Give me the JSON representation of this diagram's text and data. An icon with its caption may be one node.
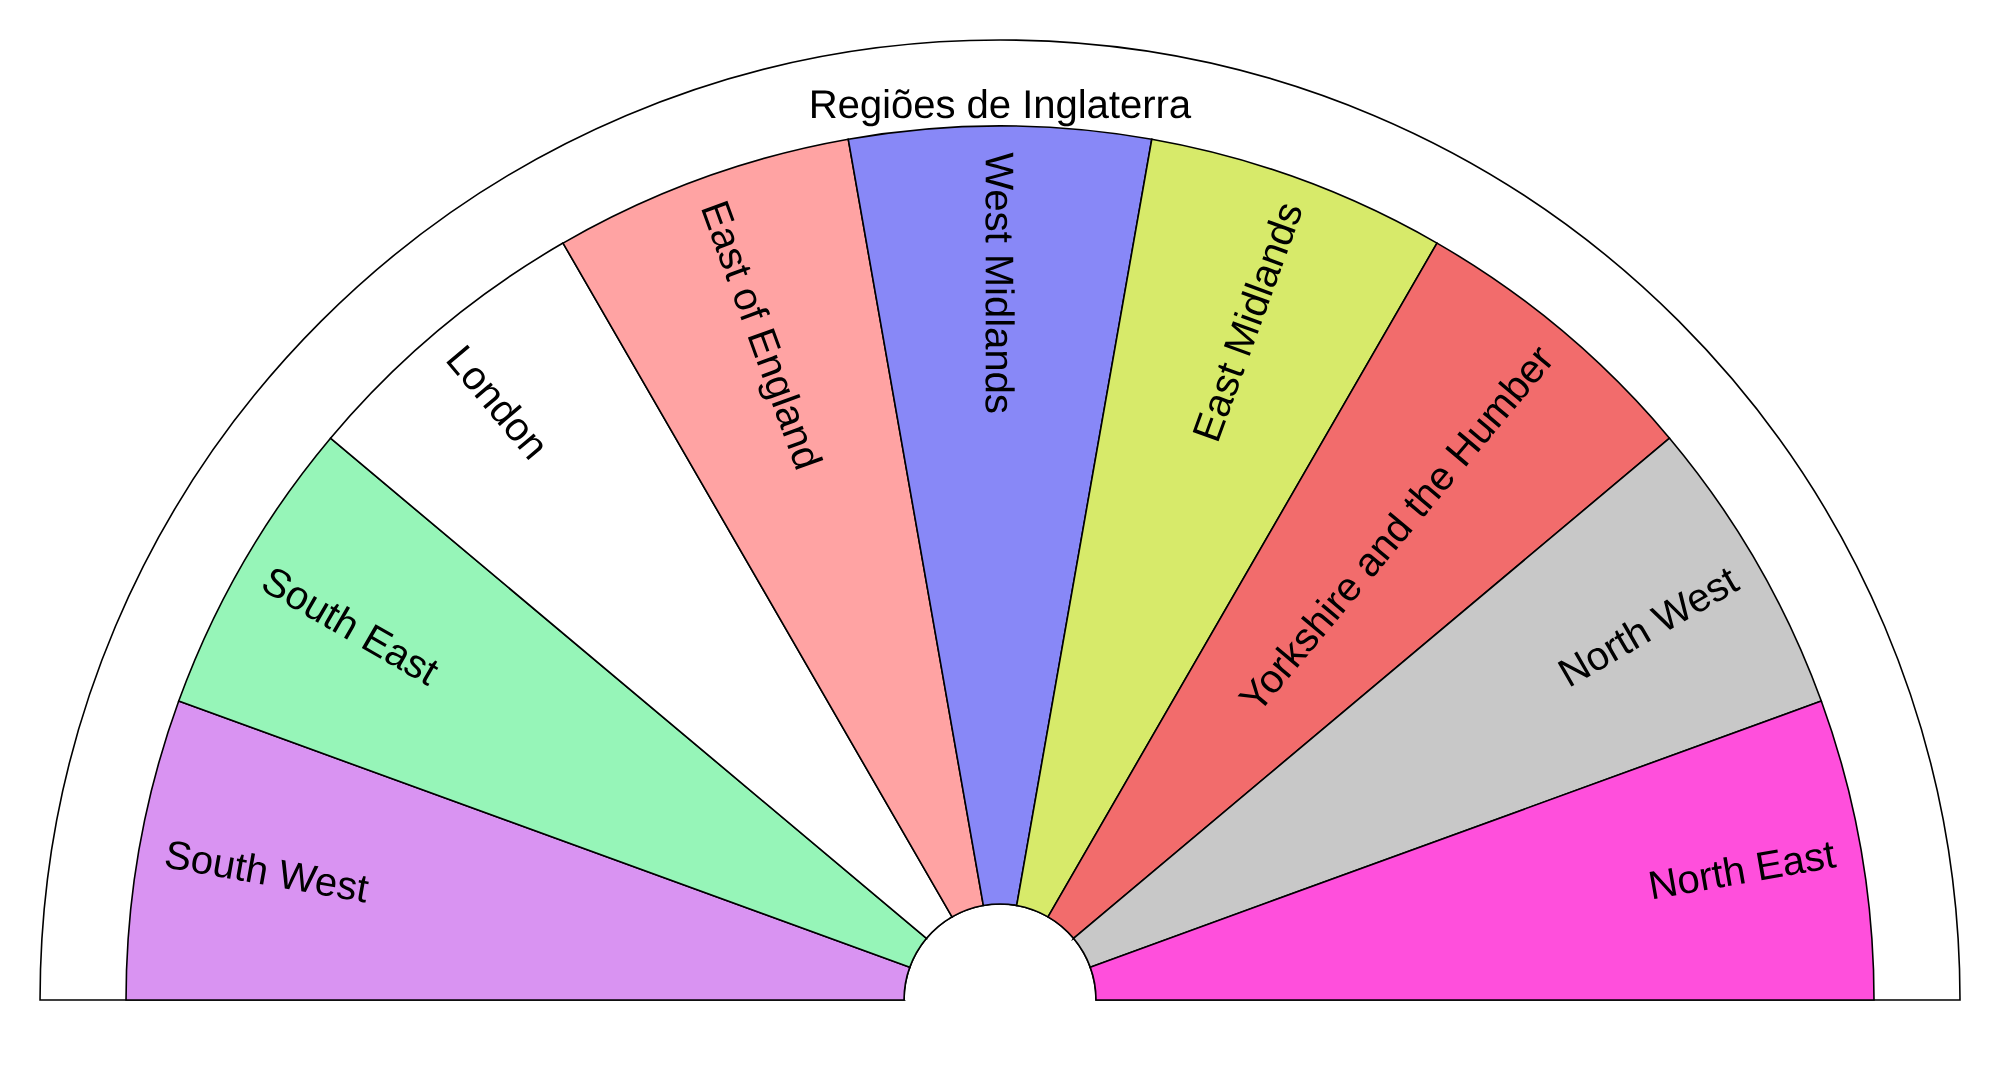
{
  "diagram": {
    "title": "Regiões de Inglaterra",
    "nodes": [
      {
        "text": [
          "South West"
        ]
      },
      {
        "text": [
          "South East"
        ]
      },
      {
        "text": [
          "London"
        ]
      },
      {
        "text": [
          "East of England"
        ]
      },
      {
        "text": [
          "West Midlands"
        ]
      },
      {
        "text": [
          "East Midlands"
        ]
      },
      {
        "text": [
          "Yorkshire and the Humber"
        ]
      },
      {
        "text": [
          "North West"
        ]
      },
      {
        "text": [
          "North East"
        ]
      }
    ]
  }
}
